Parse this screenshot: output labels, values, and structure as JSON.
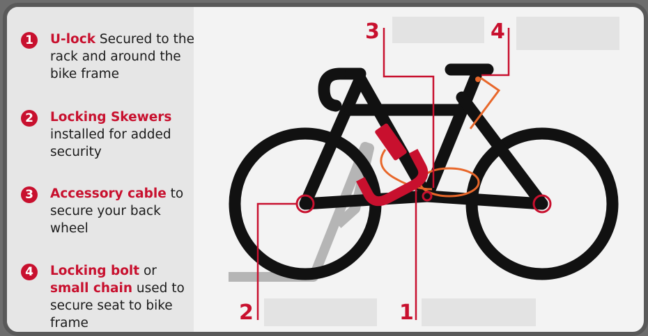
{
  "legend": [
    {
      "number": "1",
      "highlight": "U-lock",
      "text": " Secured to the rack and around the bike frame"
    },
    {
      "number": "2",
      "highlight": "Locking Skewers",
      "text": " installed for added security"
    },
    {
      "number": "3",
      "highlight": "Accessory cable",
      "text": " to secure your back wheel"
    },
    {
      "number": "4",
      "highlight": "Locking bolt",
      "connector": " or ",
      "highlight2": "small chain",
      "text": " used to secure seat to bike frame"
    }
  ],
  "callouts": {
    "c1": "1",
    "c2": "2",
    "c3": "3",
    "c4": "4"
  },
  "colors": {
    "accent": "#c8102e",
    "cable": "#e8672a",
    "frame": "#111111",
    "rack": "#b5b5b5",
    "border": "#595959"
  }
}
